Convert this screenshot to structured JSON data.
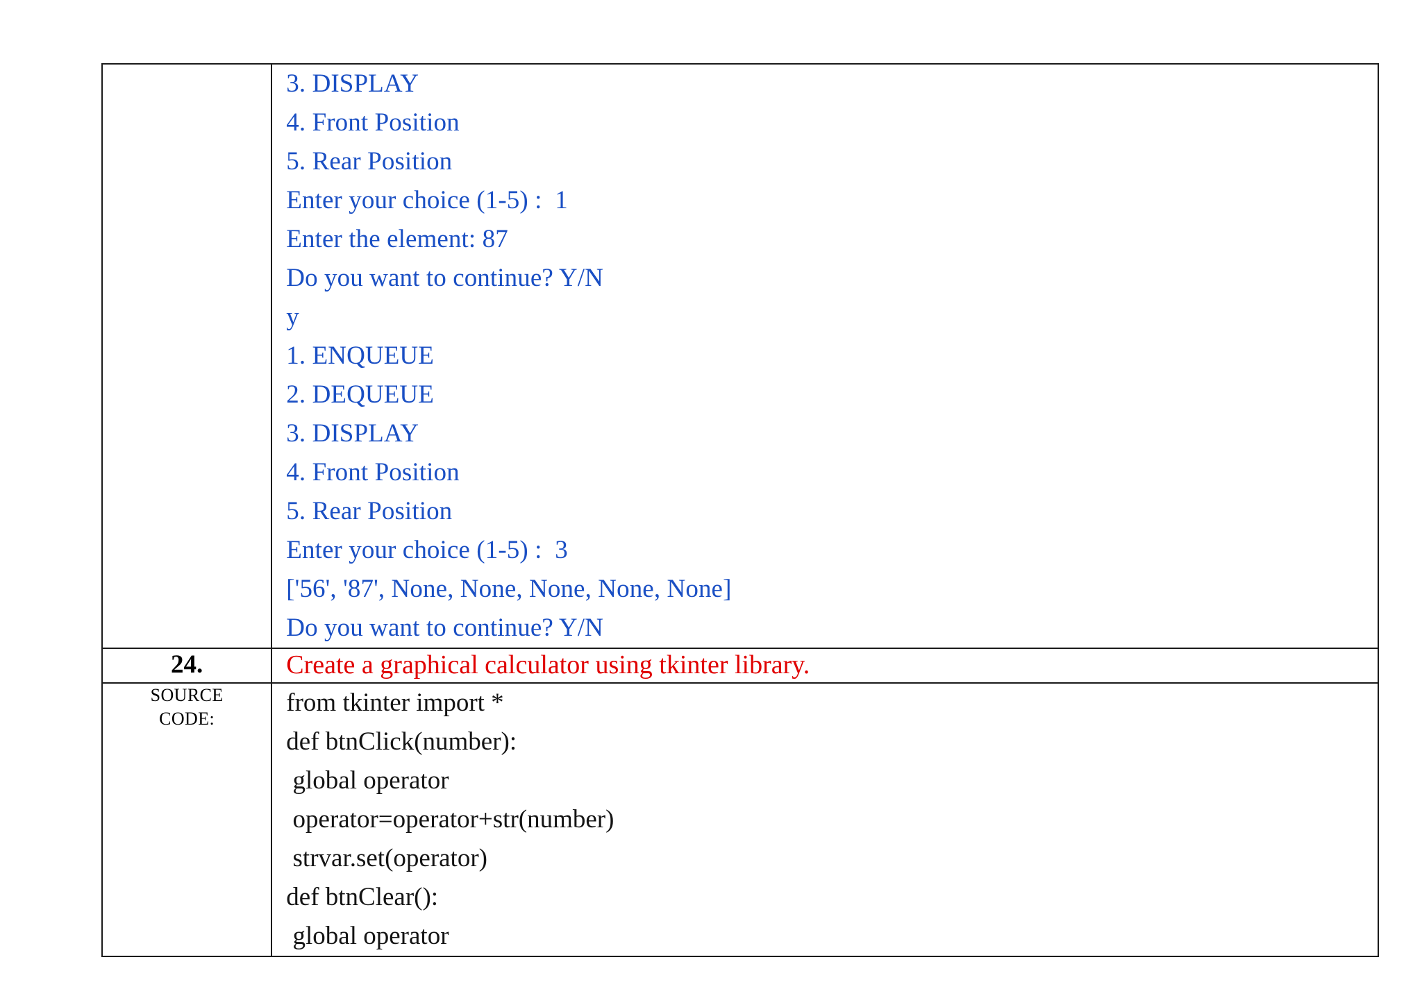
{
  "document": {
    "type": "lab-record-page",
    "colors": {
      "output_text": "#1a4fc4",
      "question_text": "#e00000",
      "code_text": "#141414",
      "border": "#1a1a1a",
      "page_background": "#ffffff"
    }
  },
  "output_block": {
    "label": "queue-program-console-output",
    "lines": [
      "3. DISPLAY",
      "4. Front Position",
      "5. Rear Position",
      "Enter your choice (1-5) :  1",
      "Enter the element: 87",
      "Do you want to continue? Y/N",
      "y",
      "1. ENQUEUE",
      "2. DEQUEUE",
      "3. DISPLAY",
      "4. Front Position",
      "5. Rear Position",
      "Enter your choice (1-5) :  3",
      "['56', '87', None, None, None, None, None]",
      "Do you want to continue? Y/N"
    ]
  },
  "question_row": {
    "number": "24.",
    "title": "Create a graphical calculator using tkinter library."
  },
  "source_row": {
    "label_line_1": "SOURCE",
    "label_line_2": "CODE:",
    "code_lines": [
      "from tkinter import *",
      "def btnClick(number):",
      " global operator",
      " operator=operator+str(number)",
      " strvar.set(operator)",
      "def btnClear():",
      " global operator"
    ]
  }
}
